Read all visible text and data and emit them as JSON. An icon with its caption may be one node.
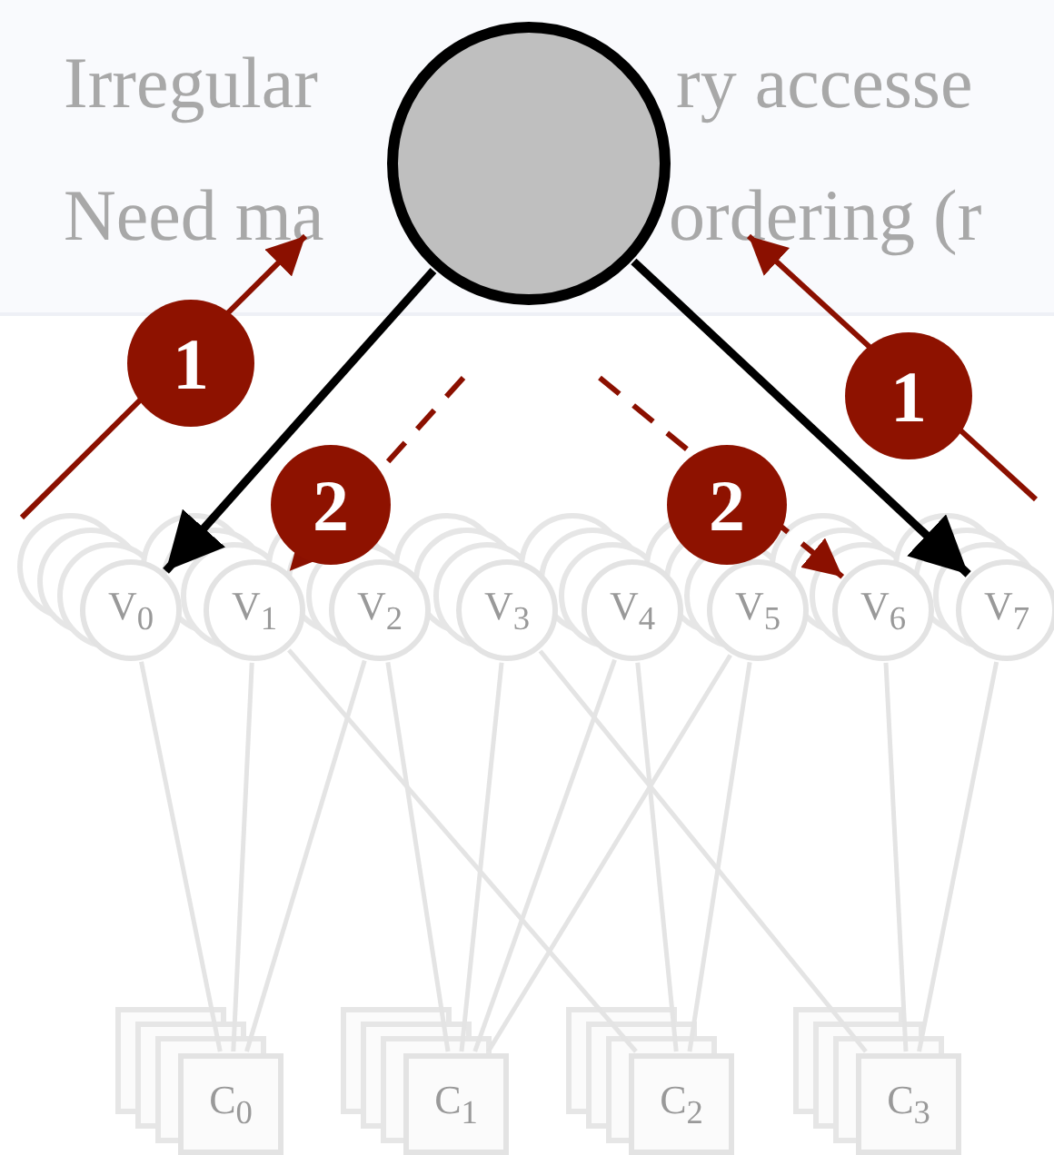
{
  "diagram": {
    "nodes": [
      {
        "text": [],
        "shape": "circle"
      },
      {
        "text": [
          "1"
        ]
      },
      {
        "text": [
          "1"
        ]
      },
      {
        "text": [
          "2"
        ]
      },
      {
        "text": [
          "2"
        ]
      },
      {
        "text": [
          "V$_{0}$"
        ]
      },
      {
        "text": [
          "V$_{1}$"
        ]
      },
      {
        "text": [
          "V$_{2}$"
        ]
      },
      {
        "text": [
          "V$_{3}$"
        ]
      },
      {
        "text": [
          "V$_{4}$"
        ]
      },
      {
        "text": [
          "V$_{5}$"
        ]
      },
      {
        "text": [
          "V$_{6}$"
        ]
      },
      {
        "text": [
          "V$_{7}$"
        ]
      },
      {
        "text": [
          "C$_{0}$"
        ]
      },
      {
        "text": [
          "C$_{1}$"
        ]
      },
      {
        "text": [
          "C$_{2}$"
        ]
      },
      {
        "text": [
          "C$_{3}$"
        ]
      }
    ],
    "edges": [
      {
        "from": 0,
        "to": 5,
        "arrow": "to",
        "style": "thick",
        "color": "#000000"
      },
      {
        "from": 0,
        "to": 12,
        "arrow": "to",
        "style": "thick",
        "color": "#000000"
      },
      {
        "from": null,
        "to": 6,
        "arrow": "to",
        "style": "dashed",
        "color": "#8b1000"
      },
      {
        "from": null,
        "to": 11,
        "arrow": "to",
        "style": "dashed",
        "color": "#8b1000"
      },
      {
        "from": 5,
        "to": 13,
        "arrow": "none"
      },
      {
        "from": 6,
        "to": 13,
        "arrow": "none"
      },
      {
        "from": 6,
        "to": 15,
        "arrow": "none"
      },
      {
        "from": 7,
        "to": 13,
        "arrow": "none"
      },
      {
        "from": 7,
        "to": 14,
        "arrow": "none"
      },
      {
        "from": 8,
        "to": 14,
        "arrow": "none"
      },
      {
        "from": 8,
        "to": 16,
        "arrow": "none"
      },
      {
        "from": 9,
        "to": 14,
        "arrow": "none"
      },
      {
        "from": 9,
        "to": 15,
        "arrow": "none"
      },
      {
        "from": 10,
        "to": 14,
        "arrow": "none"
      },
      {
        "from": 10,
        "to": 15,
        "arrow": "none"
      },
      {
        "from": 11,
        "to": 16,
        "arrow": "none"
      },
      {
        "from": 12,
        "to": 16,
        "arrow": "none"
      }
    ],
    "labels": [
      "Irregular",
      "ry accesse",
      "Need ma",
      "ordering (r"
    ]
  }
}
